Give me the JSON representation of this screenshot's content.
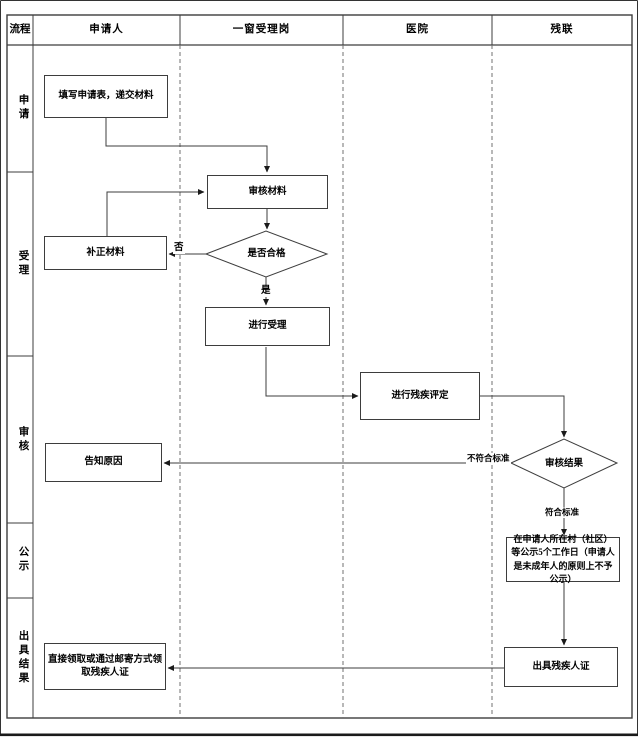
{
  "header": {
    "process_col": "流程",
    "lanes": [
      "申请人",
      "一窗受理岗",
      "医院",
      "残联"
    ]
  },
  "stages": [
    "申请",
    "受理",
    "审核",
    "公示",
    "出具结果"
  ],
  "nodes": {
    "fill_form": {
      "label": "填写申请表，递交材料"
    },
    "review_materials": {
      "label": "审核材料"
    },
    "supplement": {
      "label": "补正材料"
    },
    "check_qualified": {
      "label": "是否合格"
    },
    "accept": {
      "label": "进行受理"
    },
    "assessment": {
      "label": "进行残疾评定"
    },
    "review_result": {
      "label": "审核结果"
    },
    "notify_reason": {
      "label": "告知原因"
    },
    "publicity": {
      "label": "在申请人所在村（社区）等公示5个工作日（申请人是未成年人的原则上不予公示）"
    },
    "issue_cert": {
      "label": "出具残疾人证"
    },
    "receive_cert": {
      "label": "直接领取或通过邮寄方式领取残疾人证"
    }
  },
  "edge_labels": {
    "no": "否",
    "yes": "是",
    "not_meet": "不符合标准",
    "meet": "符合标准"
  },
  "colors": {
    "line": "#3d3d3d",
    "dash": "#707070",
    "arrow": "#1a1a1a",
    "background": "#ffffff",
    "text": "#000000"
  }
}
